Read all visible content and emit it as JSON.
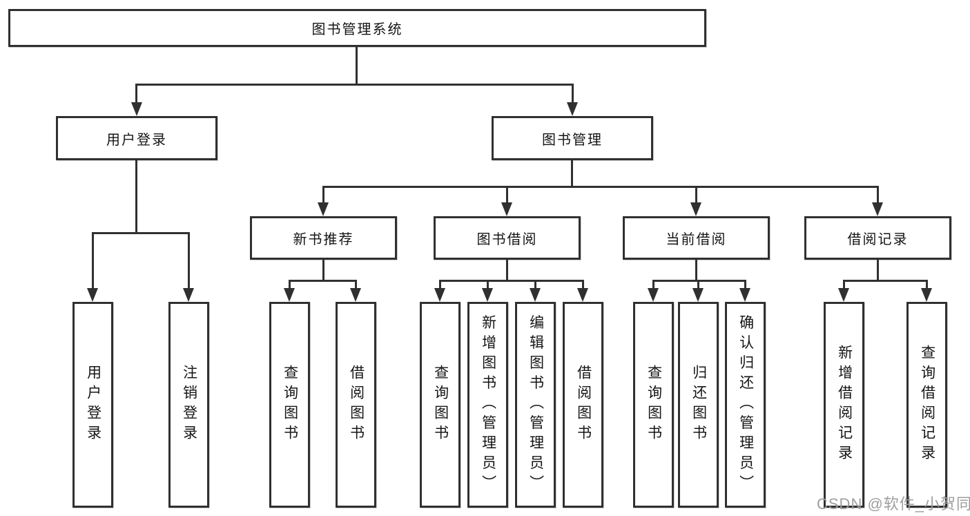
{
  "styles": {
    "background": "#ffffff",
    "line_color": "#303030",
    "box_border_color": "#303030",
    "text_color": "#151515",
    "watermark_color": "#9e9e9e"
  },
  "watermark": "CSDN @软件_小贺同学",
  "tree": {
    "root": {
      "label": "图书管理系统"
    },
    "branches": [
      {
        "label": "用户登录",
        "children": [
          {
            "label": "用户登录"
          },
          {
            "label": "注销登录"
          }
        ]
      },
      {
        "label": "图书管理",
        "children": [
          {
            "label": "新书推荐",
            "children": [
              {
                "label": "查询图书"
              },
              {
                "label": "借阅图书"
              }
            ]
          },
          {
            "label": "图书借阅",
            "children": [
              {
                "label": "查询图书"
              },
              {
                "label": "新增图书（管理员）"
              },
              {
                "label": "编辑图书（管理员）"
              },
              {
                "label": "借阅图书"
              }
            ]
          },
          {
            "label": "当前借阅",
            "children": [
              {
                "label": "查询图书"
              },
              {
                "label": "归还图书"
              },
              {
                "label": "确认归还（管理员）"
              }
            ]
          },
          {
            "label": "借阅记录",
            "children": [
              {
                "label": "新增借阅记录"
              },
              {
                "label": "查询借阅记录"
              }
            ]
          }
        ]
      }
    ]
  }
}
